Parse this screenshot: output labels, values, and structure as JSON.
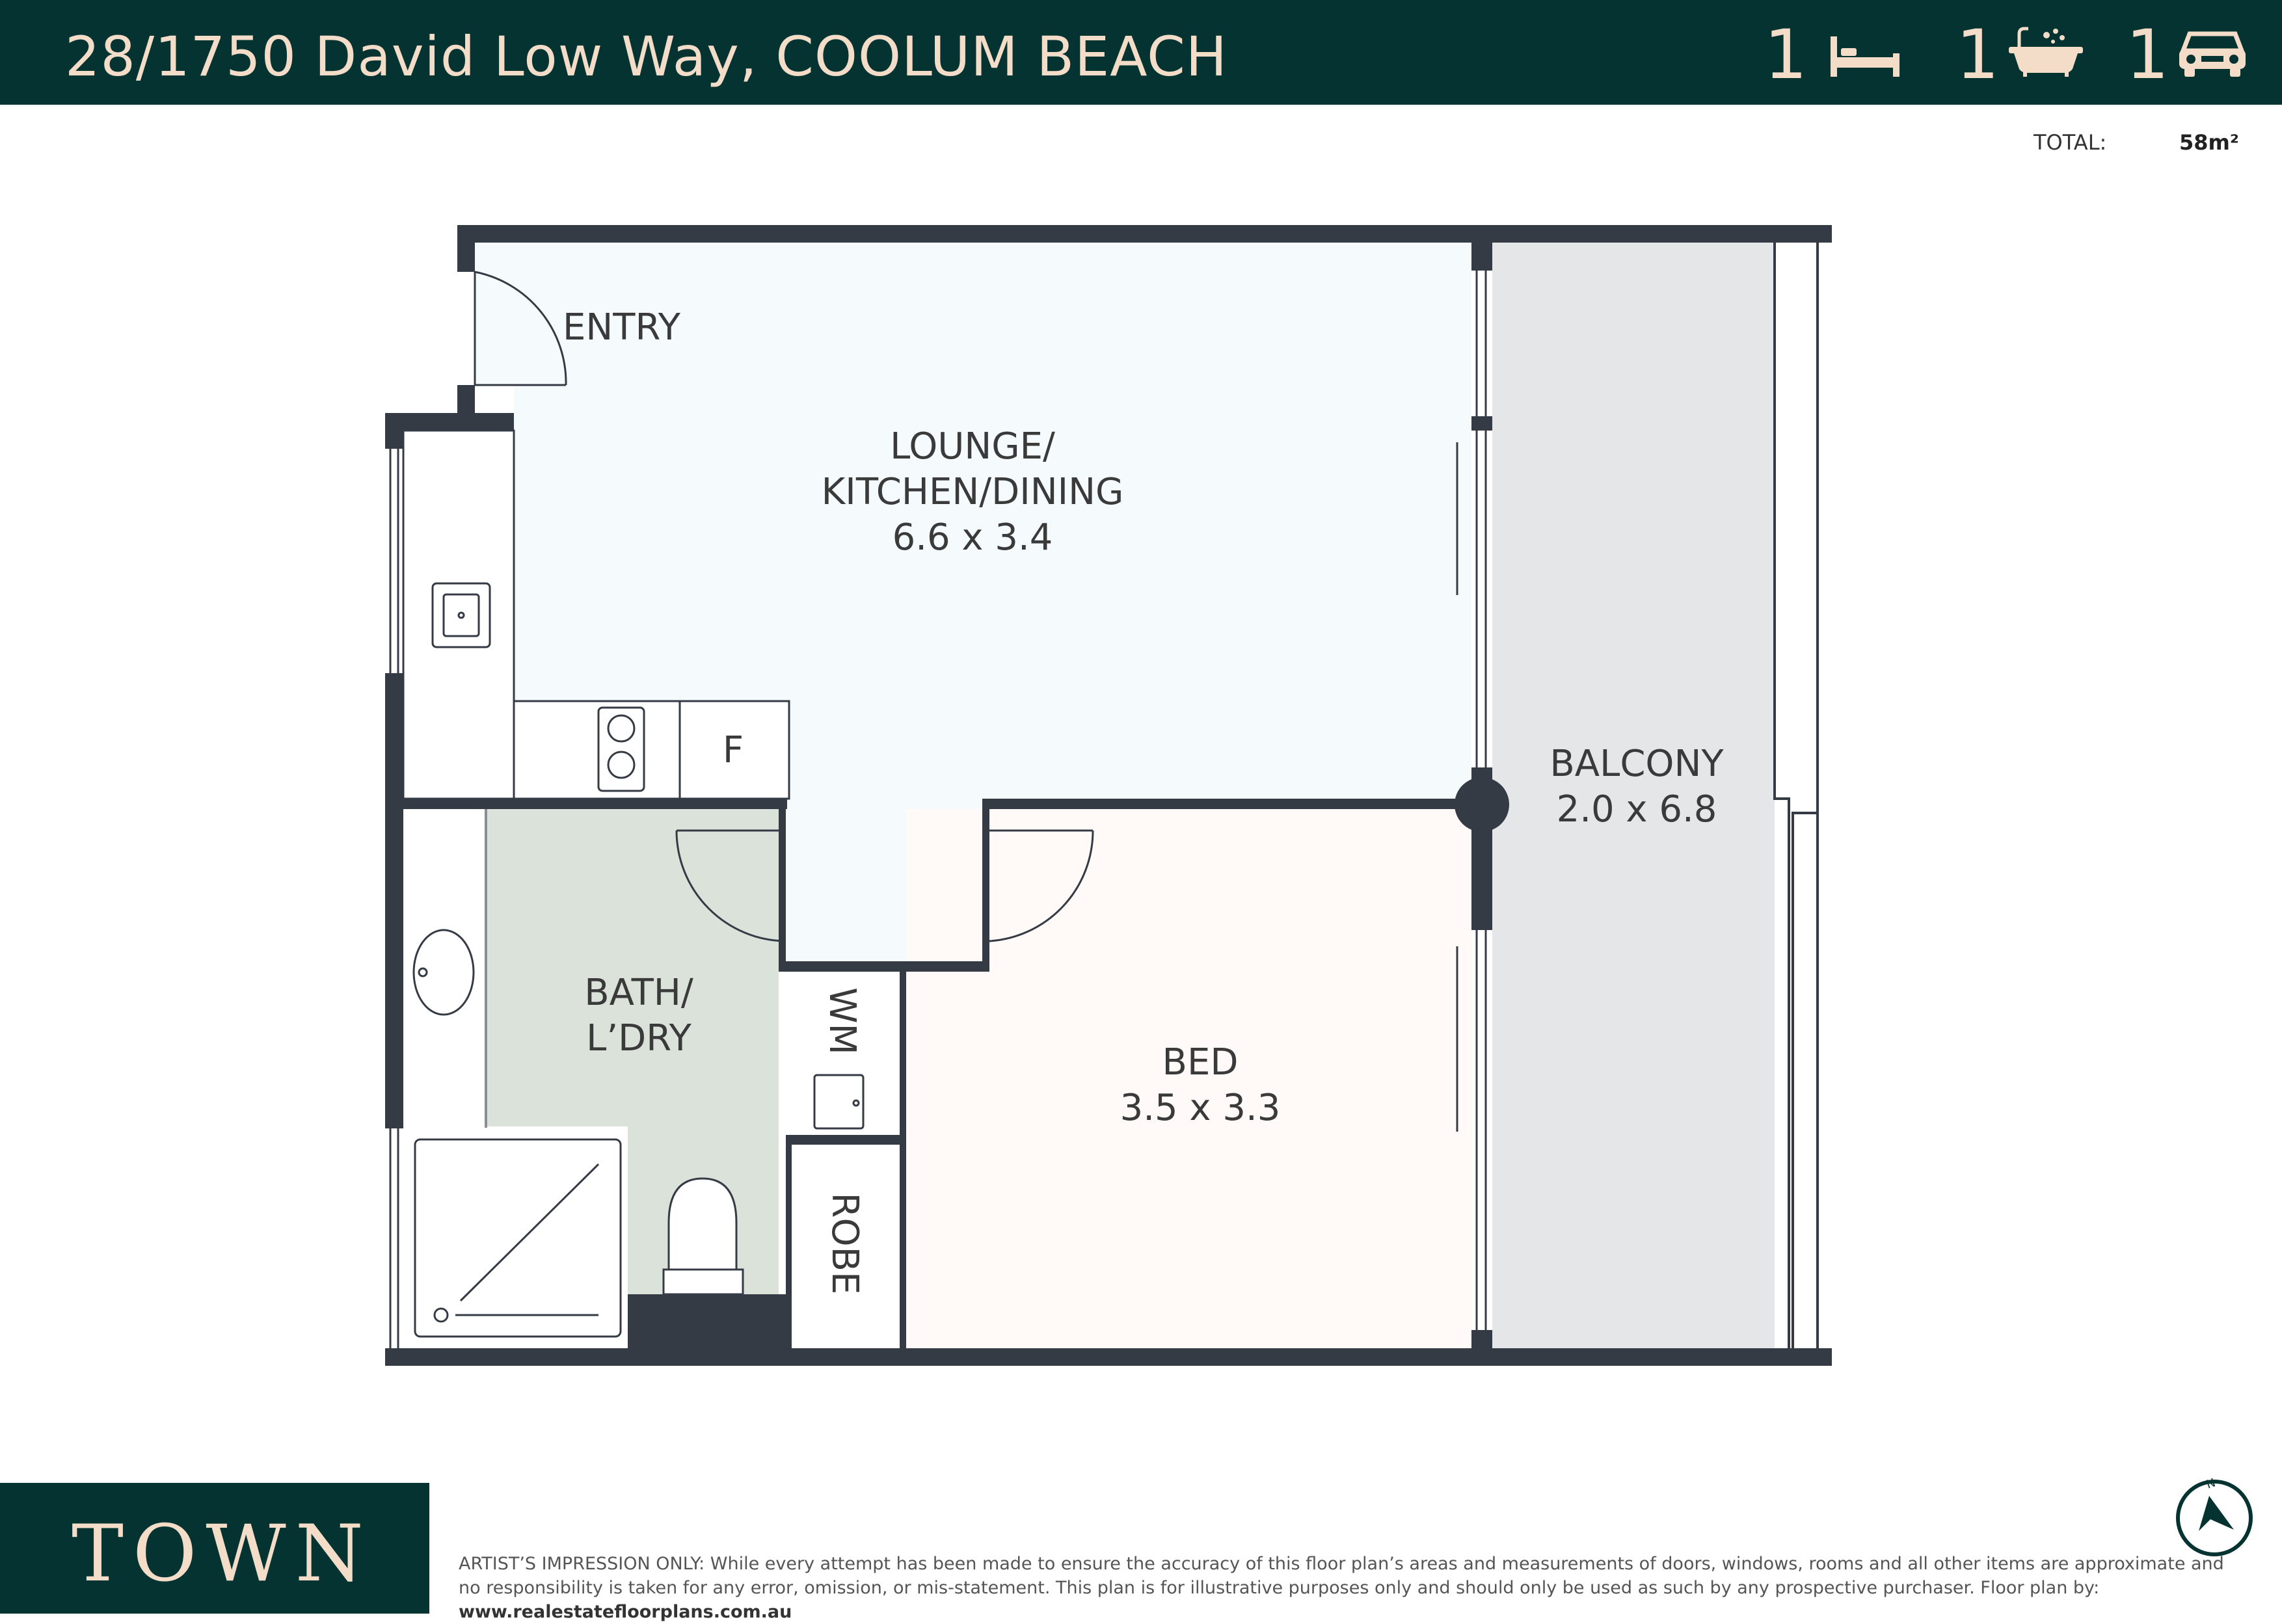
{
  "header": {
    "address": "28/1750 David Low Way, COOLUM BEACH",
    "bedrooms": "1",
    "bathrooms": "1",
    "carspaces": "1",
    "icons": [
      "bed-icon",
      "bath-icon",
      "car-icon"
    ]
  },
  "area": {
    "total_label": "TOTAL:",
    "total_value": "58m²"
  },
  "rooms": {
    "entry": "ENTRY",
    "lounge_line1": "LOUNGE/",
    "lounge_line2": "KITCHEN/DINING",
    "lounge_dims": "6.6 x 3.4",
    "fridge": "F",
    "balcony": "BALCONY",
    "balcony_dims": "2.0 x 6.8",
    "bath_line1": "BATH/",
    "bath_line2": "L’DRY",
    "wm": "WM",
    "robe": "ROBE",
    "bed": "BED",
    "bed_dims": "3.5 x 3.3"
  },
  "colors": {
    "brand_dark": "#053331",
    "brand_accent": "#f3dcc8",
    "wall": "#353b45",
    "lounge_fill": "#f5fbfc",
    "bath_fill": "#dbe2da",
    "bed_fill": "#fffaf7",
    "balcony_fill": "#e5e6e8"
  },
  "footer": {
    "brand": "TOWN",
    "disclaimer": "ARTIST’S IMPRESSION ONLY: While every attempt has been made to ensure the accuracy of this floor plan’s areas and measurements of doors, windows, rooms and all other items are approximate and no responsibility is taken for any error, omission, or mis-statement. This plan is for illustrative purposes only and should only be used as such by any prospective purchaser. Floor plan by:",
    "credit": "www.realestatefloorplans.com.au",
    "compass_label": "N"
  }
}
